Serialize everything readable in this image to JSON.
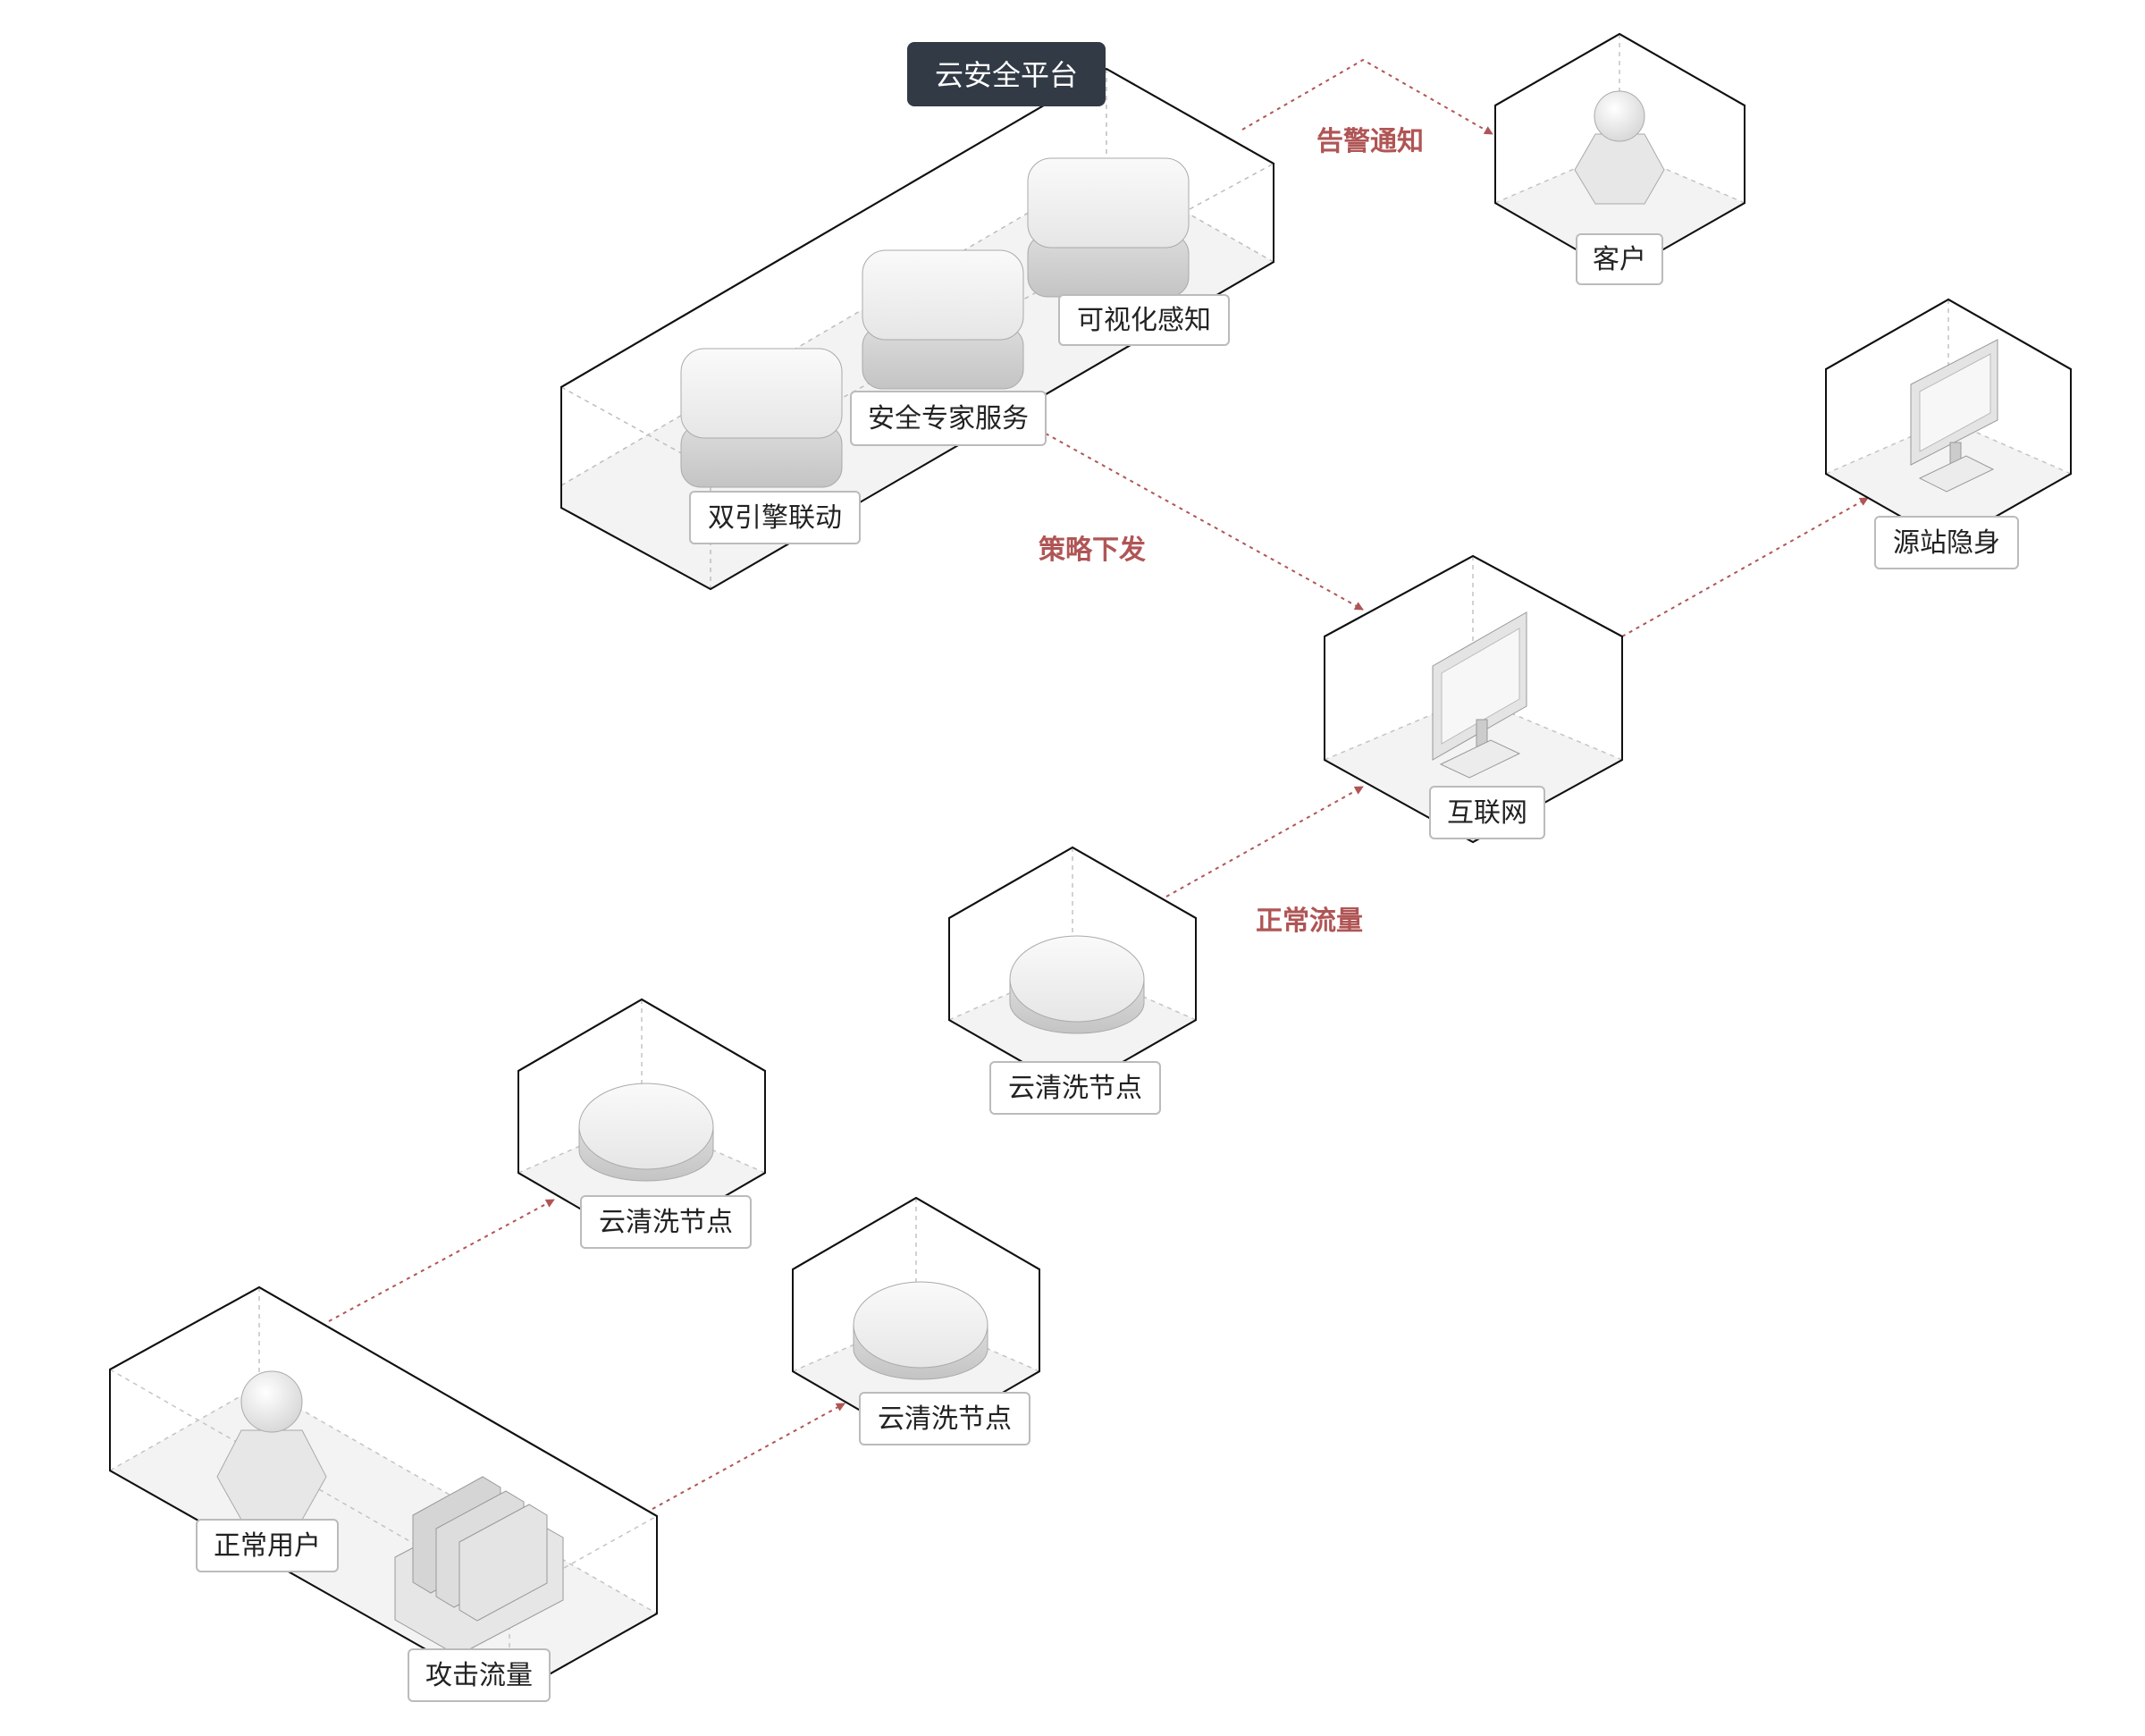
{
  "platform": {
    "title": "云安全平台"
  },
  "nodes": {
    "visual_perception": "可视化感知",
    "expert_service": "安全专家服务",
    "dual_engine": "双引擎联动",
    "customer": "客户",
    "origin_hidden": "源站隐身",
    "internet": "互联网",
    "cleaning_node_mid": "云清洗节点",
    "cleaning_node_left": "云清洗节点",
    "cleaning_node_low": "云清洗节点",
    "normal_user": "正常用户",
    "attack_traffic": "攻击流量"
  },
  "flows": {
    "alert_notice": "告警通知",
    "policy_dispatch": "策略下发",
    "normal_traffic": "正常流量"
  },
  "icons": {
    "platform_modules": "server-module-icon",
    "customer": "person-icon",
    "origin_hidden": "monitor-icon",
    "internet": "monitor-icon",
    "cleaning_nodes": "disc-node-icon",
    "normal_user": "person-icon",
    "attack_traffic": "server-rack-icon"
  },
  "colors": {
    "flow_line": "#b05555",
    "platform_badge": "#323a45",
    "box_edge": "#111111"
  }
}
